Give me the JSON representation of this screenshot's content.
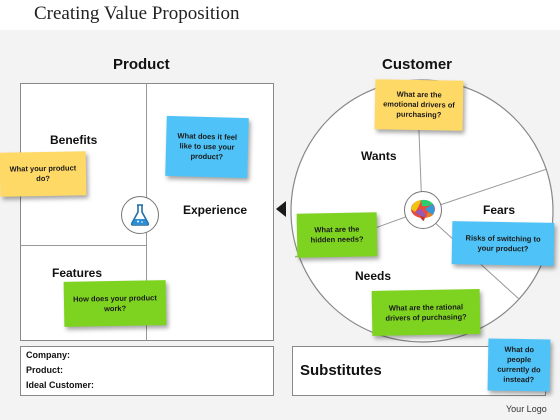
{
  "title": "Creating Value Proposition",
  "product": {
    "heading": "Product",
    "benefits": "Benefits",
    "features": "Features",
    "experience": "Experience",
    "note_benefits": "What your product do?",
    "note_experience": "What does it feel like to use your product?",
    "note_features": "How does your product work?"
  },
  "customer": {
    "heading": "Customer",
    "wants": "Wants",
    "fears": "Fears",
    "needs": "Needs",
    "note_wants": "What are the emotional drivers of purchasing?",
    "note_needs": "What are the hidden needs?",
    "note_fears": "Risks of switching to your product?",
    "note_rational": "What are the rational drivers of purchasing?"
  },
  "info": {
    "company": "Company:",
    "product": "Product:",
    "ideal_customer": "Ideal Customer:"
  },
  "substitutes": {
    "heading": "Substitutes",
    "note": "What do people currently do instead?"
  },
  "logo": "Your Logo",
  "colors": {
    "note_yellow": "#ffd966",
    "note_blue": "#4fc3f7",
    "note_green": "#7ed321"
  },
  "icons": [
    "flask-icon",
    "brain-icon",
    "arrow-left-icon"
  ]
}
